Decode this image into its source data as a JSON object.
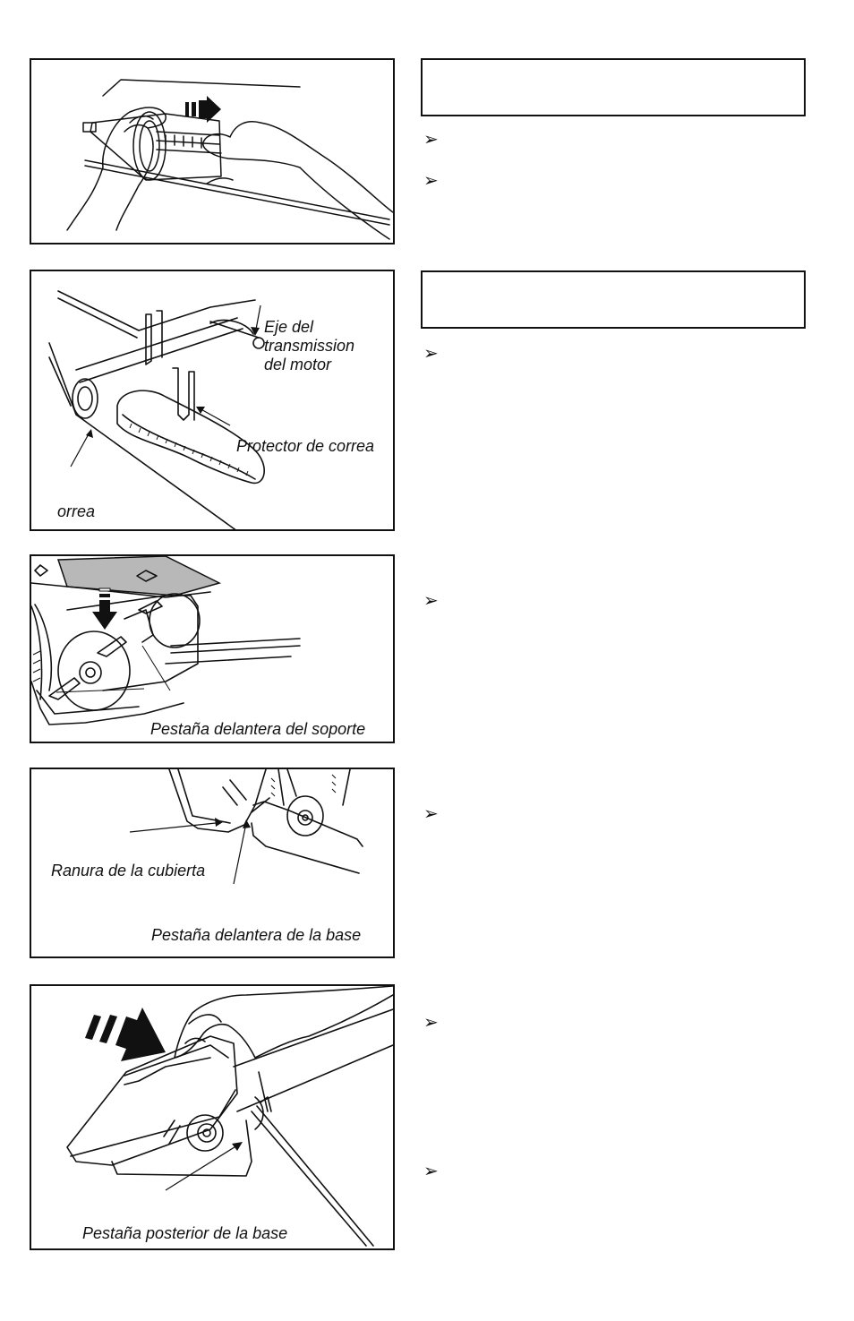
{
  "panels": [
    {
      "labels": []
    },
    {
      "labels": [
        "Eje del\ntransmission\ndel motor",
        "Protector de correa",
        "orrea"
      ]
    },
    {
      "labels": [
        "Pestaña delantera del soporte"
      ]
    },
    {
      "labels": [
        "Ranura de la cubierta",
        "Pestaña delantera de la base"
      ]
    },
    {
      "labels": [
        "Pestaña posterior de la base"
      ]
    }
  ],
  "bullet_glyph": "➢",
  "icons": [
    "arrow-right-icon",
    "arrow-down-icon",
    "arrow-push-icon"
  ]
}
